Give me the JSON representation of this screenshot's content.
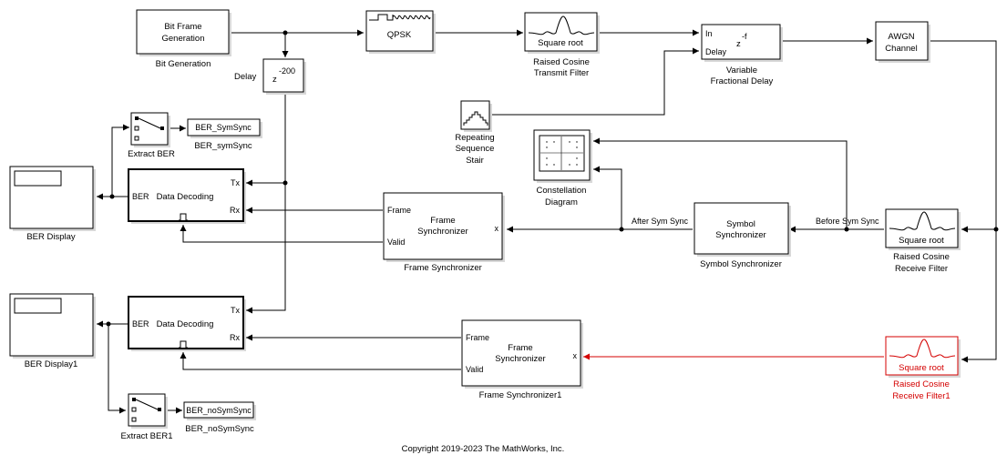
{
  "blocks": {
    "bit_frame": {
      "text_line1": "Bit Frame",
      "text_line2": "Generation",
      "caption": "Bit Generation"
    },
    "qpsk": {
      "text": "QPSK"
    },
    "rc_tx": {
      "text": "Square root",
      "caption_line1": "Raised Cosine",
      "caption_line2": "Transmit Filter"
    },
    "var_delay": {
      "port_in": "In",
      "port_delay": "Delay",
      "expr_base": "z",
      "expr_sup": "-f",
      "caption_line1": "Variable",
      "caption_line2": "Fractional Delay"
    },
    "awgn": {
      "text_line1": "AWGN",
      "text_line2": "Channel"
    },
    "delay": {
      "label": "Delay",
      "expr_base": "z",
      "expr_sup": "-200"
    },
    "stair": {
      "caption_line1": "Repeating",
      "caption_line2": "Sequence",
      "caption_line3": "Stair"
    },
    "constellation": {
      "caption_line1": "Constellation",
      "caption_line2": "Diagram"
    },
    "extract_ber": {
      "caption": "Extract BER"
    },
    "ber_symsync": {
      "text": "BER_SymSync",
      "caption": "BER_symSync"
    },
    "ber_display": {
      "caption": "BER Display"
    },
    "data_dec1": {
      "port_ber": "BER",
      "title": "Data Decoding",
      "port_tx": "Tx",
      "port_rx": "Rx"
    },
    "frame_sync": {
      "port_frame": "Frame",
      "title_line1": "Frame",
      "title_line2": "Synchronizer",
      "port_valid": "Valid",
      "port_x": "x",
      "caption": "Frame Synchronizer"
    },
    "symbol_sync": {
      "title_line1": "Symbol",
      "title_line2": "Synchronizer",
      "caption": "Symbol Synchronizer"
    },
    "rc_rx": {
      "text": "Square root",
      "caption_line1": "Raised Cosine",
      "caption_line2": "Receive Filter"
    },
    "ber_display1": {
      "caption": "BER Display1"
    },
    "data_dec2": {
      "port_ber": "BER",
      "title": "Data Decoding",
      "port_tx": "Tx",
      "port_rx": "Rx"
    },
    "frame_sync1": {
      "port_frame": "Frame",
      "title_line1": "Frame",
      "title_line2": "Synchronizer",
      "port_valid": "Valid",
      "port_x": "x",
      "caption": "Frame Synchronizer1"
    },
    "rc_rx1": {
      "text": "Square root",
      "caption_line1": "Raised Cosine",
      "caption_line2": "Receive Filter1"
    },
    "extract_ber1": {
      "caption": "Extract BER1"
    },
    "ber_nosymsync": {
      "text": "BER_noSymSync",
      "caption": "BER_noSymSync"
    }
  },
  "signals": {
    "after_sym_sync": "After Sym Sync",
    "before_sym_sync": "Before Sym Sync"
  },
  "footer": {
    "copyright": "Copyright 2019-2023 The MathWorks, Inc."
  },
  "colors": {
    "default": "#000000",
    "highlight": "#d40000"
  }
}
